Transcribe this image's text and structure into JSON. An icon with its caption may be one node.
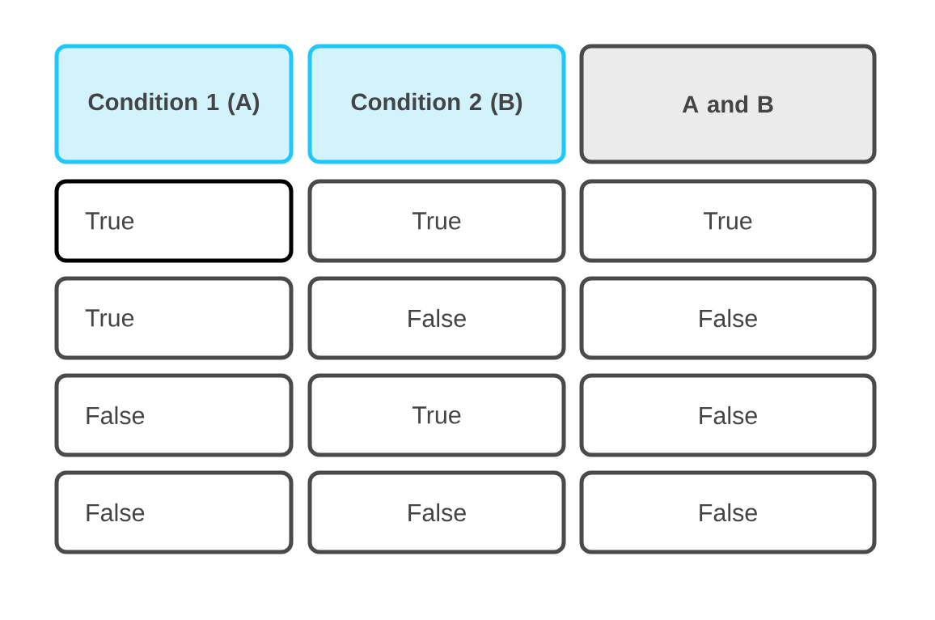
{
  "diagram": {
    "nodes": [
      {
        "text": [
          "Condition 1 (A)"
        ]
      },
      {
        "text": [
          "Condition 2 (B)"
        ]
      },
      {
        "text": [
          "A and B"
        ]
      },
      {
        "text": [
          "True"
        ]
      },
      {
        "text": [
          "True"
        ]
      },
      {
        "text": [
          "True"
        ]
      },
      {
        "text": [
          "True"
        ]
      },
      {
        "text": [
          "False"
        ]
      },
      {
        "text": [
          "False"
        ]
      },
      {
        "text": [
          "False"
        ]
      },
      {
        "text": [
          "True"
        ]
      },
      {
        "text": [
          "False"
        ]
      },
      {
        "text": [
          "False"
        ]
      },
      {
        "text": [
          "False"
        ]
      },
      {
        "text": [
          "False"
        ]
      }
    ]
  }
}
